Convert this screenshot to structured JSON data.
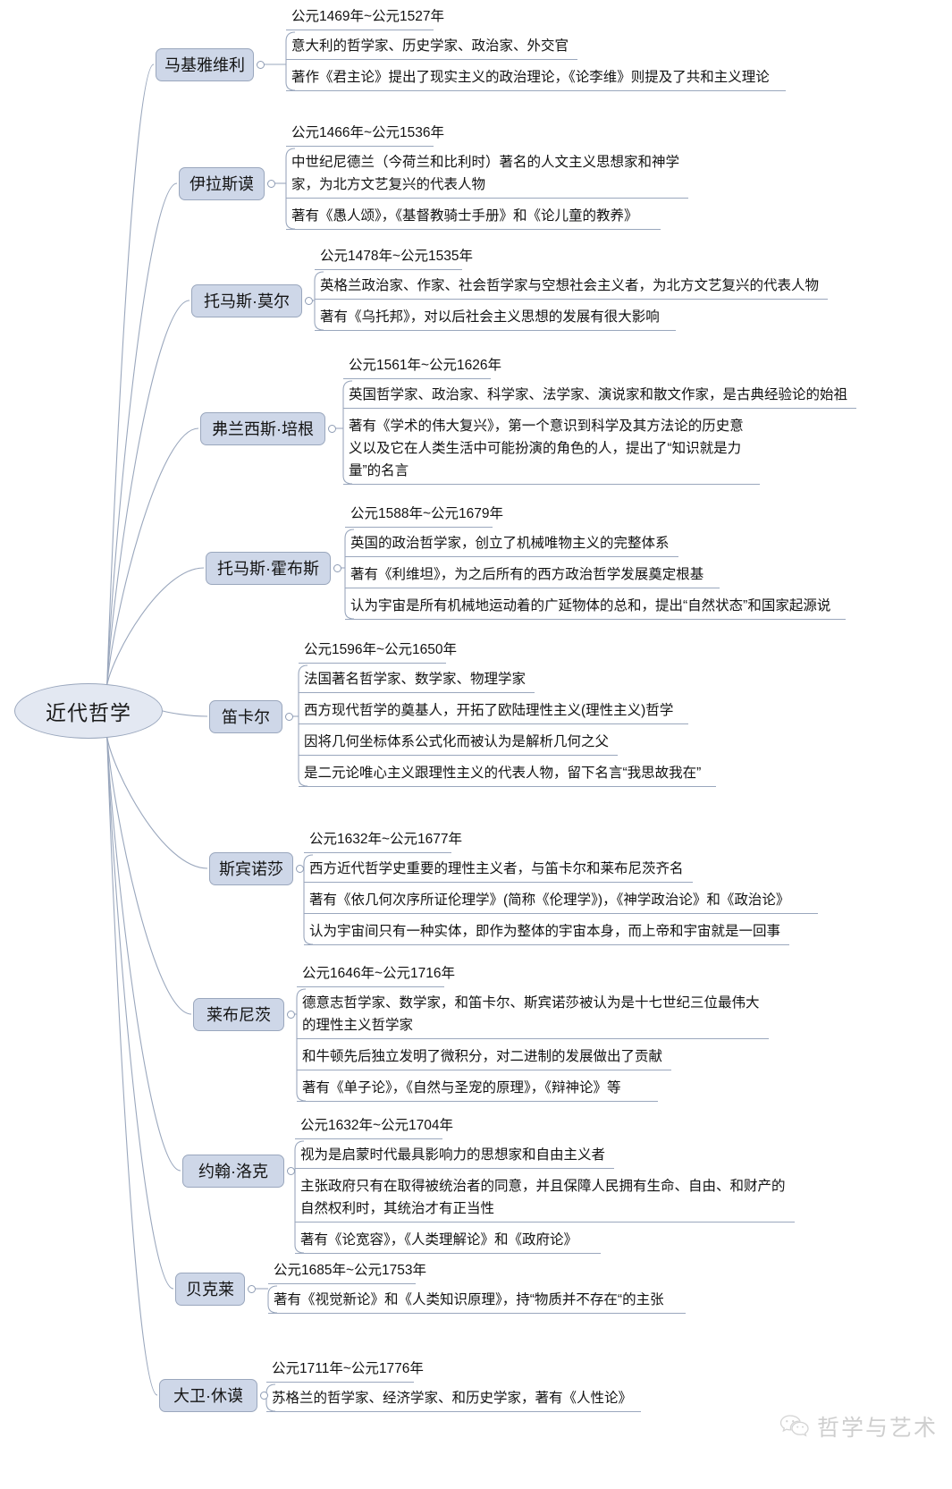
{
  "diagram": {
    "title": "近代哲学",
    "root_label": "近代哲学",
    "colors": {
      "node_fill": "#ced7e8",
      "node_border": "#9aa7bd",
      "root_fill": "#e3e8f2",
      "line": "#9aa7bd",
      "text": "#121212",
      "background": "#ffffff"
    }
  },
  "watermark": {
    "icon": "wechat-icon",
    "text": "哲学与艺术"
  },
  "branches": [
    {
      "name": "马基雅维利",
      "period": "公元1469年~公元1527年",
      "details": [
        "意大利的哲学家、历史学家、政治家、外交官",
        "著作《君主论》提出了现实主义的政治理论，《论李维》则提及了共和主义理论"
      ]
    },
    {
      "name": "伊拉斯谟",
      "period": "公元1466年~公元1536年",
      "details": [
        "中世纪尼德兰（今荷兰和比利时）著名的人文主义思想家和神学\n家，为北方文艺复兴的代表人物",
        "著有《愚人颂》，《基督教骑士手册》和《论儿童的教养》"
      ]
    },
    {
      "name": "托马斯·莫尔",
      "period": "公元1478年~公元1535年",
      "details": [
        "英格兰政治家、作家、社会哲学家与空想社会主义者，为北方文艺复兴的代表人物",
        "著有《乌托邦》，对以后社会主义思想的发展有很大影响"
      ]
    },
    {
      "name": "弗兰西斯·培根",
      "period": "公元1561年~公元1626年",
      "details": [
        "英国哲学家、政治家、科学家、法学家、演说家和散文作家，是古典经验论的始祖",
        "著有《学术的伟大复兴》，第一个意识到科学及其方法论的历史意\n义以及它在人类生活中可能扮演的角色的人，提出了“知识就是力\n量”的名言"
      ]
    },
    {
      "name": "托马斯·霍布斯",
      "period": "公元1588年~公元1679年",
      "details": [
        "英国的政治哲学家，创立了机械唯物主义的完整体系",
        "著有《利维坦》，为之后所有的西方政治哲学发展奠定根基",
        "认为宇宙是所有机械地运动着的广延物体的总和，提出“自然状态”和国家起源说"
      ]
    },
    {
      "name": "笛卡尔",
      "period": "公元1596年~公元1650年",
      "details": [
        "法国著名哲学家、数学家、物理学家",
        "西方现代哲学的奠基人，开拓了欧陆理性主义(理性主义)哲学",
        "因将几何坐标体系公式化而被认为是解析几何之父",
        "是二元论唯心主义跟理性主义的代表人物，留下名言“我思故我在”"
      ]
    },
    {
      "name": "斯宾诺莎",
      "period": "公元1632年~公元1677年",
      "details": [
        "西方近代哲学史重要的理性主义者，与笛卡尔和莱布尼茨齐名",
        "著有《依几何次序所证伦理学》(简称《伦理学》)，《神学政治论》和《政治论》",
        "认为宇宙间只有一种实体，即作为整体的宇宙本身，而上帝和宇宙就是一回事"
      ]
    },
    {
      "name": "莱布尼茨",
      "period": "公元1646年~公元1716年",
      "details": [
        "德意志哲学家、数学家，和笛卡尔、斯宾诺莎被认为是十七世纪三位最伟大\n的理性主义哲学家",
        "和牛顿先后独立发明了微积分，对二进制的发展做出了贡献",
        "著有《单子论》，《自然与圣宠的原理》，《辩神论》等"
      ]
    },
    {
      "name": "约翰·洛克",
      "period": "公元1632年~公元1704年",
      "details": [
        "视为是启蒙时代最具影响力的思想家和自由主义者",
        "主张政府只有在取得被统治者的同意，并且保障人民拥有生命、自由、和财产的\n自然权利时，其统治才有正当性",
        "著有《论宽容》，《人类理解论》和《政府论》"
      ]
    },
    {
      "name": "贝克莱",
      "period": "公元1685年~公元1753年",
      "details": [
        "著有《视觉新论》和《人类知识原理》，持“物质并不存在“的主张"
      ]
    },
    {
      "name": "大卫·休谟",
      "period": "公元1711年~公元1776年",
      "details": [
        "苏格兰的哲学家、经济学家、和历史学家，著有《人性论》"
      ]
    }
  ]
}
